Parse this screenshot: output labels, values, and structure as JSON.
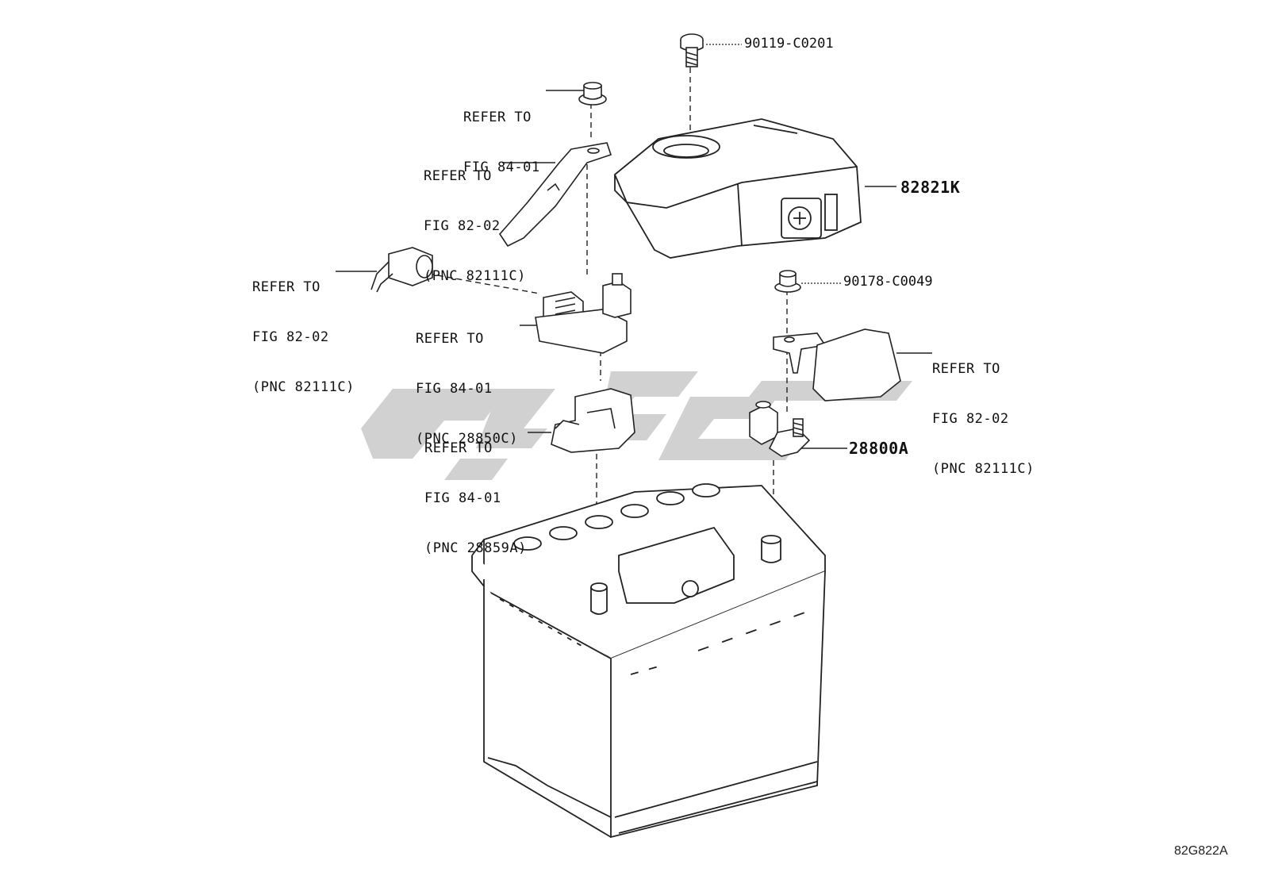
{
  "diagram_code": "82G822A",
  "parts": {
    "bolt_top": "90119-C0201",
    "battery_cover": "82821K",
    "nut_terminal": "90178-C0049",
    "terminal_clamp": "28800A"
  },
  "references": {
    "ref_top_nut": [
      "REFER TO",
      "FIG 84-01"
    ],
    "ref_bracket": [
      "REFER TO",
      "FIG 82-02",
      "(PNC 82111C)"
    ],
    "ref_connector": [
      "REFER TO",
      "FIG 82-02",
      "(PNC 82111C)"
    ],
    "ref_sensor": [
      "REFER TO",
      "FIG 84-01",
      "(PNC 28850C)"
    ],
    "ref_holder": [
      "REFER TO",
      "FIG 84-01",
      "(PNC 28859A)"
    ],
    "ref_cable": [
      "REFER TO",
      "FIG 82-02",
      "(PNC 82111C)"
    ]
  },
  "watermark_color": "#c9c9c9",
  "line_color": "#222222"
}
